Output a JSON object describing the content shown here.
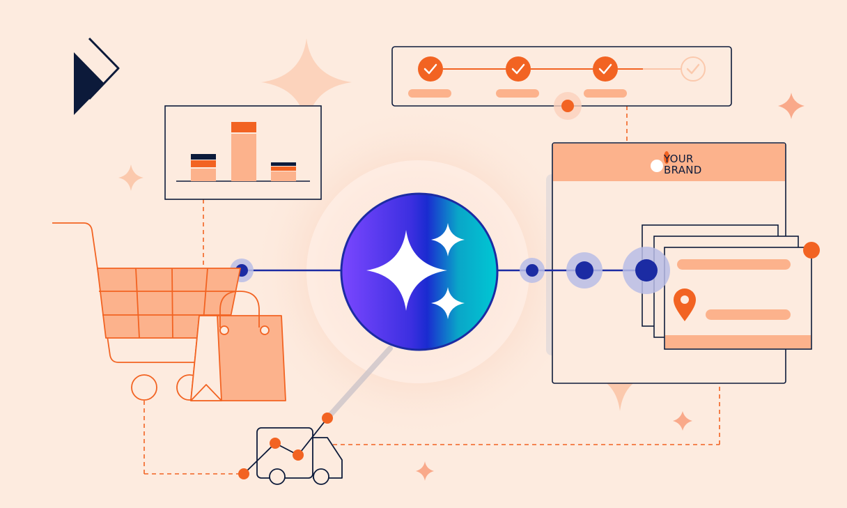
{
  "colors": {
    "background": "#fdebdf",
    "accent": "#f26322",
    "peach": "#fcb28c",
    "navy": "#0c1a3a",
    "line_blue": "#1b2ba3",
    "orb_start": "#7b47ff",
    "orb_end": "#00c8d4"
  },
  "brand_card": {
    "line1": "YOUR",
    "line2": "BRAND"
  },
  "progress_tracker": {
    "steps_completed": 3,
    "steps_total": 4
  },
  "icons": {
    "logo": "play-flag-logo-icon",
    "cart": "shopping-cart-icon",
    "bag": "shopping-bag-icon",
    "truck": "delivery-truck-icon",
    "ai": "sparkle-ai-icon",
    "location": "location-pin-icon",
    "check": "checkmark-icon"
  }
}
